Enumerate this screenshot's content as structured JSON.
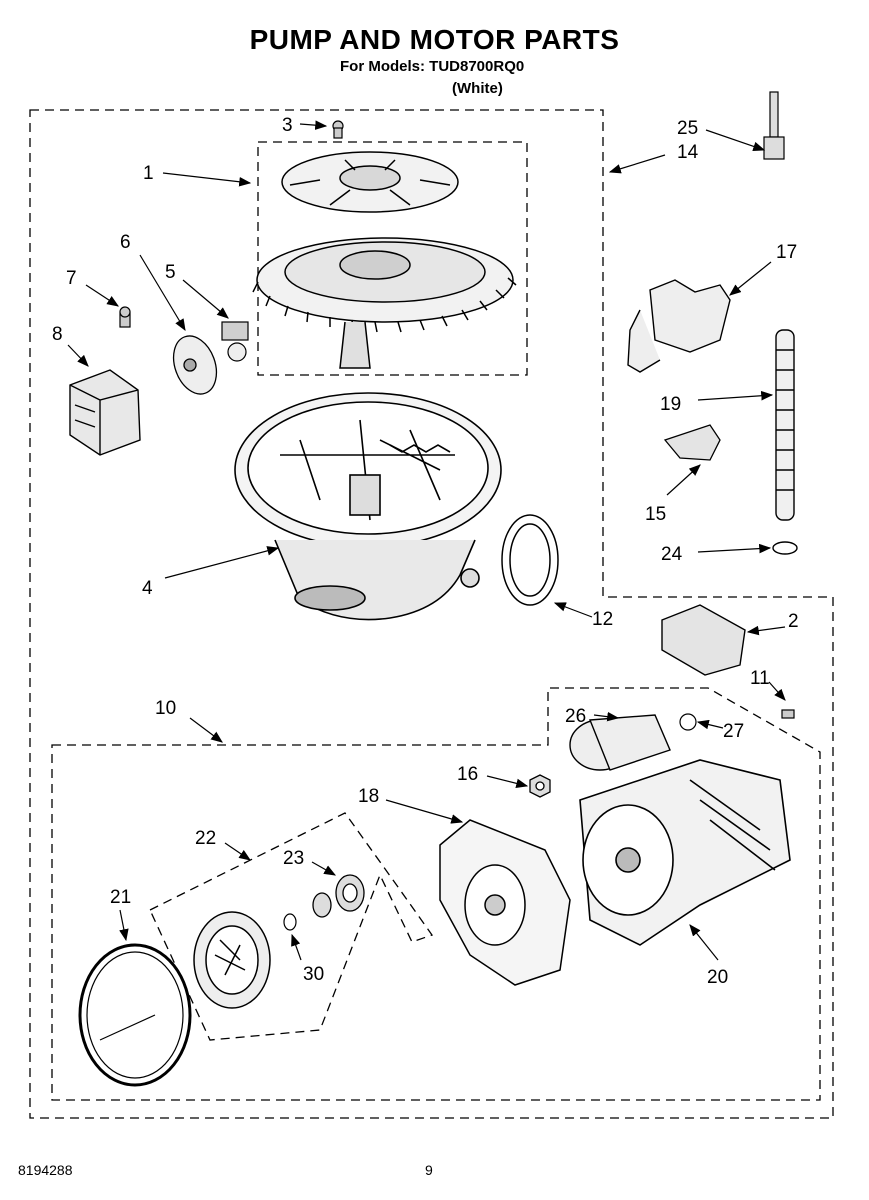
{
  "title": "PUMP AND MOTOR PARTS",
  "subtitle": "For Models: TUD8700RQ0",
  "color_note": "(White)",
  "footer": {
    "doc_number": "8194288",
    "page_number": "9"
  },
  "callouts": [
    "1",
    "2",
    "3",
    "4",
    "5",
    "6",
    "7",
    "8",
    "10",
    "11",
    "12",
    "14",
    "15",
    "16",
    "17",
    "18",
    "19",
    "20",
    "21",
    "22",
    "23",
    "24",
    "25",
    "26",
    "27",
    "30"
  ]
}
